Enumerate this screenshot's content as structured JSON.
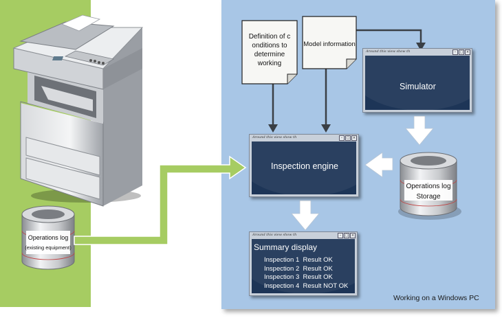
{
  "documents": {
    "conditions": "Definition of c onditions to determine working",
    "model": "Model information"
  },
  "windows": {
    "title_text": "Around this view show th",
    "simulator": "Simulator",
    "engine": "Inspection engine",
    "summary": {
      "title": "Summary display",
      "rows": [
        {
          "name": "Inspection 1",
          "result": "Result OK"
        },
        {
          "name": "Inspection 2",
          "result": "Result OK"
        },
        {
          "name": "Inspection 3",
          "result": "Result OK"
        },
        {
          "name": "Inspection 4",
          "result": "Result NOT OK"
        }
      ]
    }
  },
  "storage_db": {
    "line1": "Operations log",
    "line2": "Storage"
  },
  "existing_db": {
    "line1": "Operations log",
    "line2": "(existing equipment)"
  },
  "pc_caption": "Working on a Windows PC",
  "colors": {
    "left_panel": "#a6cc62",
    "pc_panel": "#a8c6e6",
    "window_body": "#1d3557",
    "flow_arrow": "#a6cc62"
  }
}
